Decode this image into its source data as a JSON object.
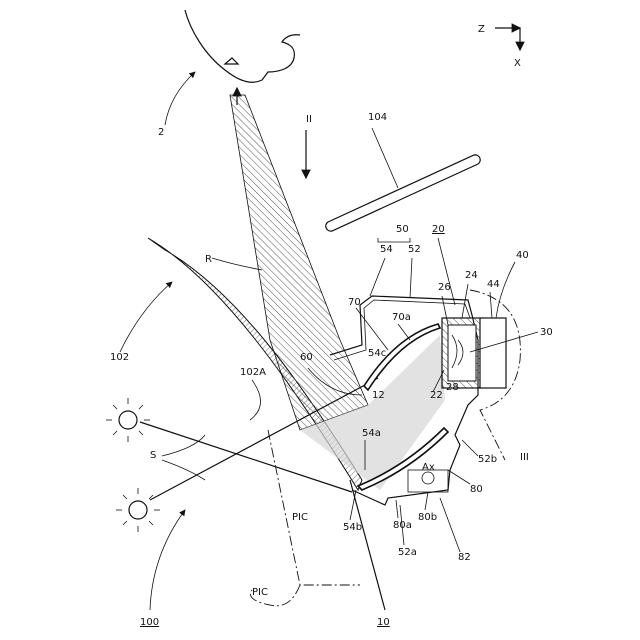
{
  "figure": {
    "axes": {
      "z": "Z",
      "x": "X"
    },
    "labels": {
      "driver": "2",
      "view_arrow": "II",
      "reflector": "104",
      "unit": "50",
      "section_line": "III",
      "windshield": "102",
      "windshield_surface": "102A",
      "light_ray": "R",
      "sunlight": "S",
      "system": "100",
      "vehicle": "10",
      "virtual_image_a": "PIC",
      "virtual_image_b": "PIC",
      "housing_upper": "54",
      "housing_lower": "52",
      "case_ref": "20",
      "heat_sink": "24",
      "lens": "26",
      "emitter_block": "40",
      "display_cover": "44",
      "display": "30",
      "optical_path": "12",
      "panel_surface": "22",
      "panel_frame": "28",
      "housing_lower_b": "52b",
      "housing_lower_a": "52a",
      "concave_mirror": "70",
      "concave_surface": "70a",
      "plane_mirror": "60",
      "window_c": "54c",
      "window_a": "54a",
      "window_b": "54b",
      "rotation_axis": "Ax",
      "mirror_holder": "80",
      "holder_a": "80a",
      "holder_b": "80b",
      "motor": "82"
    },
    "colors": {
      "ink": "#111111",
      "hatch": "#888888",
      "light_fill": "#d8d8d8"
    }
  }
}
